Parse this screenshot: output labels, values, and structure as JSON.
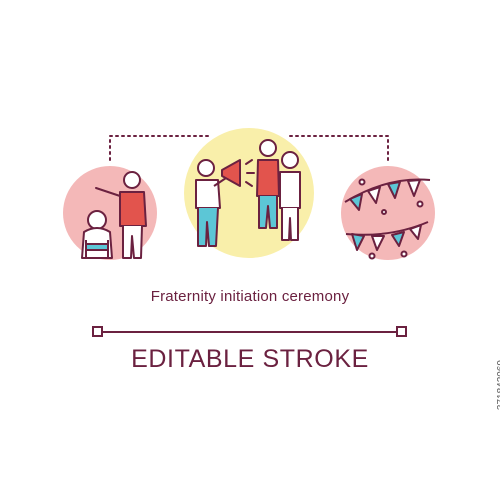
{
  "caption": "Fraternity initiation ceremony",
  "headline": "EDITABLE STROKE",
  "side_id": "371842069",
  "colors": {
    "stroke": "#6b2140",
    "pink": "#f4b8b8",
    "yellow": "#f9efaa",
    "red": "#e2544d",
    "blue": "#5cc6d6",
    "skin": "#ffffff"
  },
  "icons": [
    "bullying-scene-icon",
    "megaphone-speech-icon",
    "party-bunting-icon"
  ]
}
